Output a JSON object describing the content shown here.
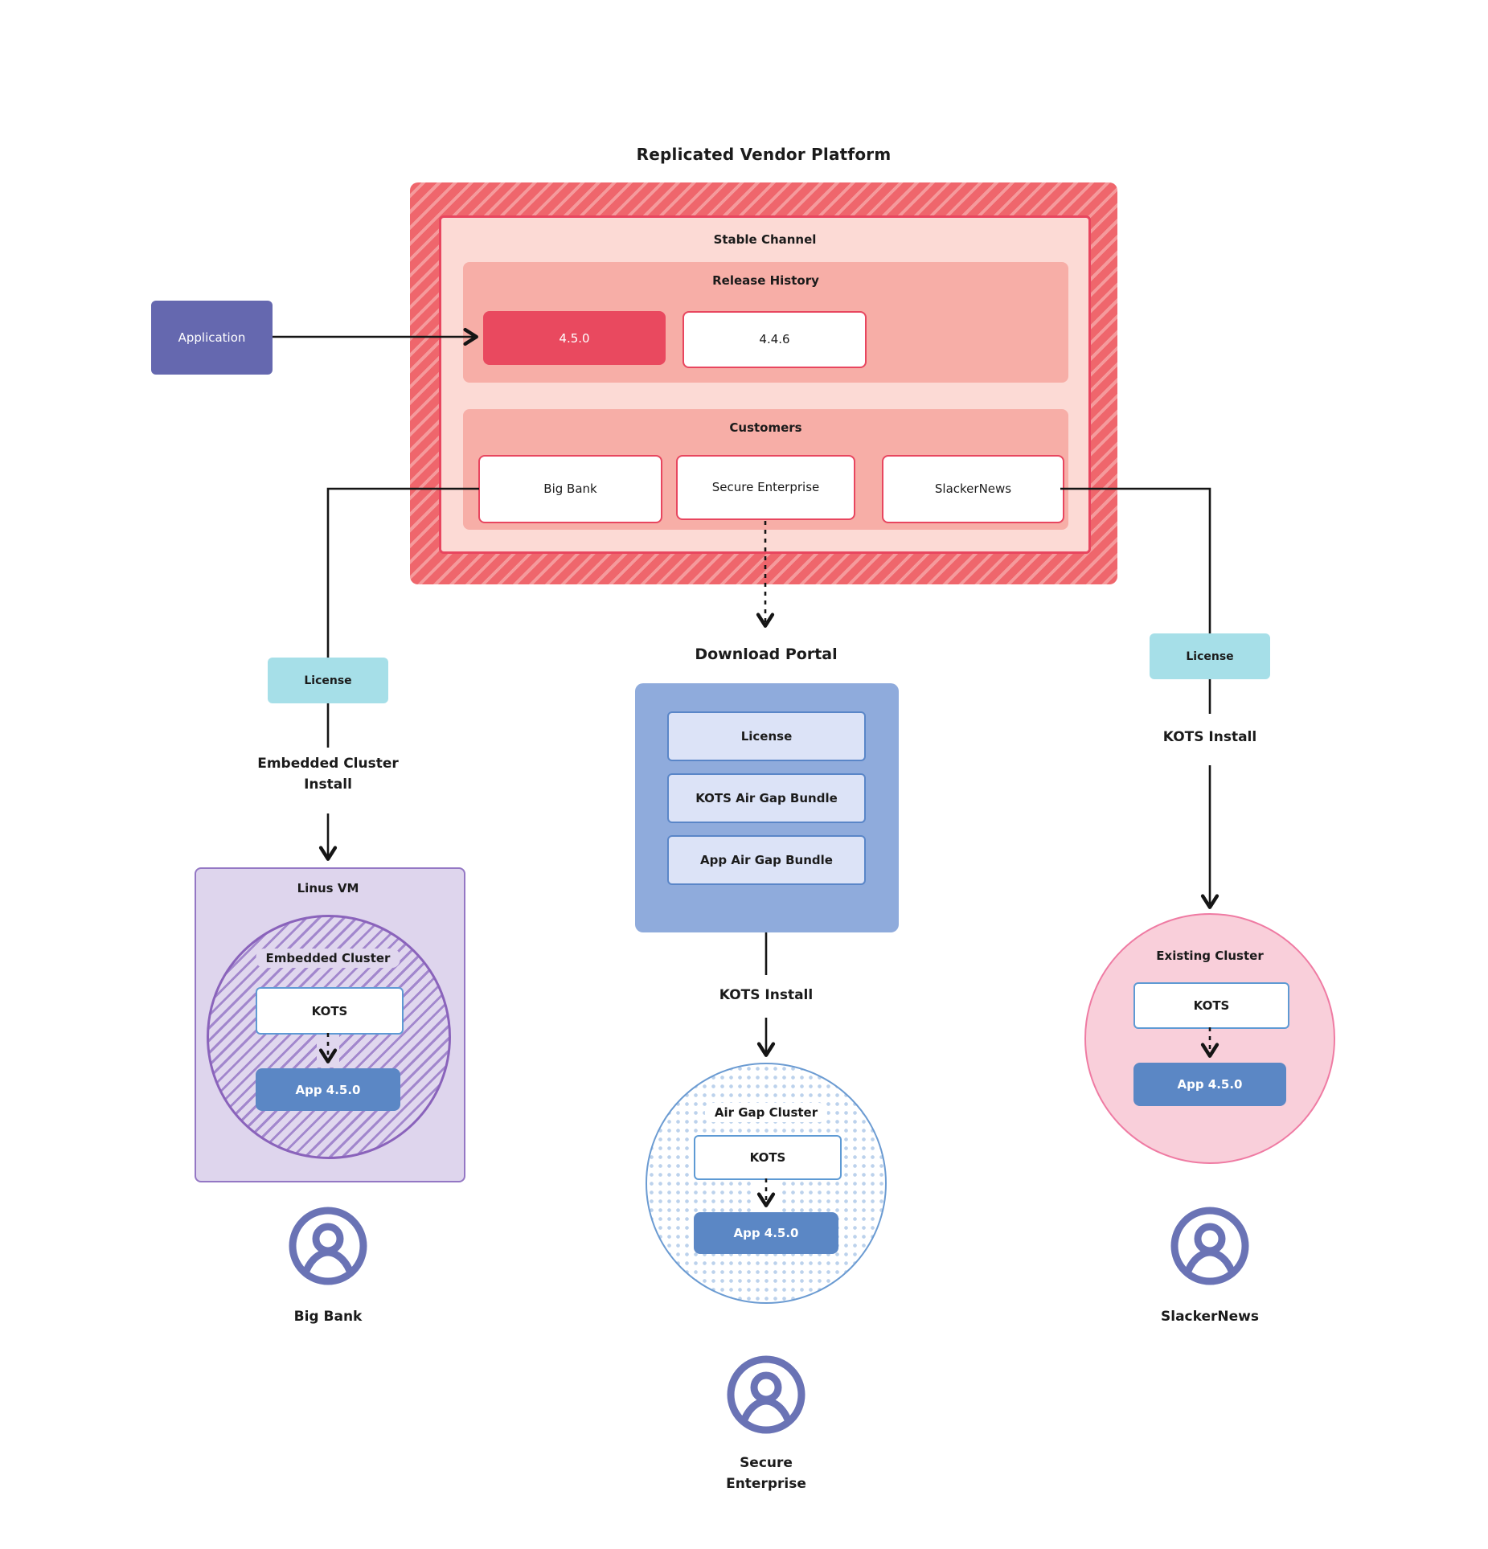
{
  "title": "Replicated Vendor Platform",
  "platform": {
    "stable_channel_label": "Stable Channel",
    "release_history": {
      "label": "Release History",
      "current_release": "4.5.0",
      "previous_release": "4.4.6"
    },
    "customers": {
      "label": "Customers",
      "items": [
        {
          "name": "Big Bank"
        },
        {
          "name": "Secure Enterprise"
        },
        {
          "name": "SlackerNews"
        }
      ]
    }
  },
  "application": {
    "label": "Application"
  },
  "branches": {
    "big_bank": {
      "license_label": "License",
      "install_label": "Embedded Cluster Install",
      "vm_label": "Linus VM",
      "cluster_label": "Embedded Cluster",
      "kots_label": "KOTS",
      "app_label": "App 4.5.0",
      "user_label": "Big Bank"
    },
    "secure_enterprise": {
      "portal_label": "Download Portal",
      "portal_items": [
        {
          "label": "License"
        },
        {
          "label": "KOTS Air Gap Bundle"
        },
        {
          "label": "App Air Gap Bundle"
        }
      ],
      "install_label": "KOTS Install",
      "cluster_label": "Air Gap Cluster",
      "kots_label": "KOTS",
      "app_label": "App 4.5.0",
      "user_label": "Secure Enterprise"
    },
    "slackernews": {
      "license_label": "License",
      "install_label": "KOTS Install",
      "cluster_label": "Existing Cluster",
      "kots_label": "KOTS",
      "app_label": "App 4.5.0",
      "user_label": "SlackerNews"
    }
  },
  "colors": {
    "platform_red": "#ef666c",
    "panel_salmon": "#f7aea7",
    "channel_pink": "#fcdad5",
    "release_red": "#e9495f",
    "node_border_red": "#e8465f",
    "application_purple": "#6568af",
    "license_teal": "#a6dfe8",
    "portal_blue": "#8fabdc",
    "portal_item_blue": "#dce3f7",
    "app_node_blue": "#5b87c5",
    "vm_lavender": "#ded5ed",
    "cluster_purple": "#8a63bb",
    "existing_cluster_pink": "#f9cfda",
    "user_icon_purple": "#6a73b5"
  }
}
